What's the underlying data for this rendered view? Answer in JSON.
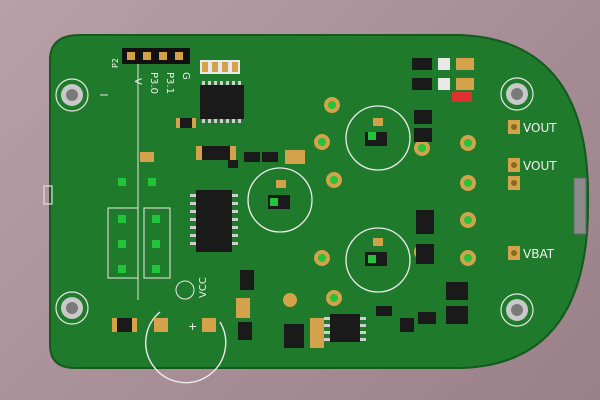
{
  "colors": {
    "background": "#a88f97",
    "board": "#1f7a2c",
    "board_edge": "#145a1e",
    "silkscreen": "#f2f2f2",
    "pad": "#d4a24a",
    "ic": "#1a1a1a",
    "led": "#22c43a"
  },
  "header": {
    "designator": "P2",
    "pin_labels": [
      "V",
      "P3.0",
      "P3.1",
      "G"
    ]
  },
  "silkscreen": {
    "vcc": "VCC",
    "plus": "+"
  },
  "test_points": {
    "vout_1": "VOUT",
    "vout_2": "VOUT",
    "vbat": "VBAT"
  }
}
